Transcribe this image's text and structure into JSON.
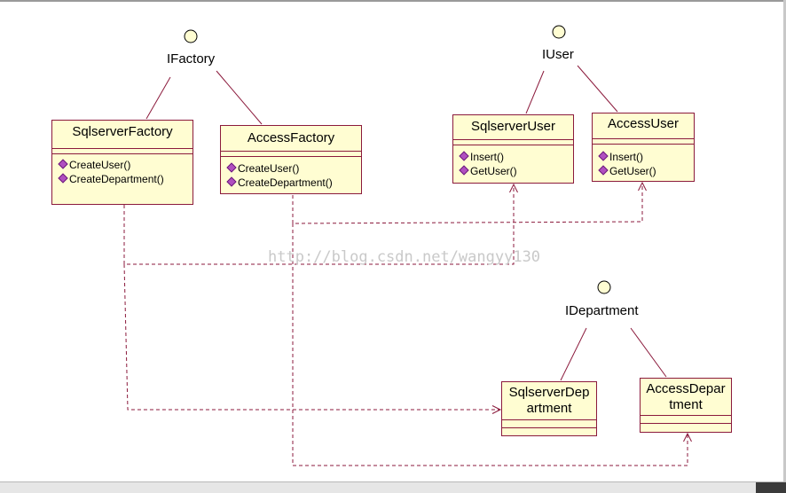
{
  "interfaces": [
    {
      "id": "ifactory",
      "name": "IFactory"
    },
    {
      "id": "iuser",
      "name": "IUser"
    },
    {
      "id": "idepartment",
      "name": "IDepartment"
    }
  ],
  "classes": [
    {
      "id": "sqlserver-factory",
      "name_lines": [
        "SqlserverFactory"
      ],
      "operations": [
        "CreateUser()",
        "CreateDepartment()"
      ]
    },
    {
      "id": "access-factory",
      "name_lines": [
        "AccessFactory"
      ],
      "operations": [
        "CreateUser()",
        "CreateDepartment()"
      ]
    },
    {
      "id": "sqlserver-user",
      "name_lines": [
        "SqlserverUser"
      ],
      "operations": [
        "Insert()",
        "GetUser()"
      ]
    },
    {
      "id": "access-user",
      "name_lines": [
        "AccessUser"
      ],
      "operations": [
        "Insert()",
        "GetUser()"
      ]
    },
    {
      "id": "sqlserver-department",
      "name_lines": [
        "SqlserverDep",
        "artment"
      ],
      "operations": []
    },
    {
      "id": "access-department",
      "name_lines": [
        "AccessDepar",
        "tment"
      ],
      "operations": []
    }
  ],
  "relations": [
    {
      "type": "realization",
      "from": "sqlserver-factory",
      "to": "ifactory"
    },
    {
      "type": "realization",
      "from": "access-factory",
      "to": "ifactory"
    },
    {
      "type": "realization",
      "from": "sqlserver-user",
      "to": "iuser"
    },
    {
      "type": "realization",
      "from": "access-user",
      "to": "iuser"
    },
    {
      "type": "realization",
      "from": "sqlserver-department",
      "to": "idepartment"
    },
    {
      "type": "realization",
      "from": "access-department",
      "to": "idepartment"
    },
    {
      "type": "dependency",
      "from": "sqlserver-factory",
      "to": "sqlserver-user"
    },
    {
      "type": "dependency",
      "from": "sqlserver-factory",
      "to": "sqlserver-department"
    },
    {
      "type": "dependency",
      "from": "access-factory",
      "to": "access-user"
    },
    {
      "type": "dependency",
      "from": "access-factory",
      "to": "access-department"
    }
  ],
  "watermark": "http://blog.csdn.net/wangyy130",
  "colors": {
    "class_fill": "#fffdd2",
    "class_border": "#8b1a3c",
    "line": "#8b1a3c",
    "operation_icon": "#b04fc0"
  }
}
